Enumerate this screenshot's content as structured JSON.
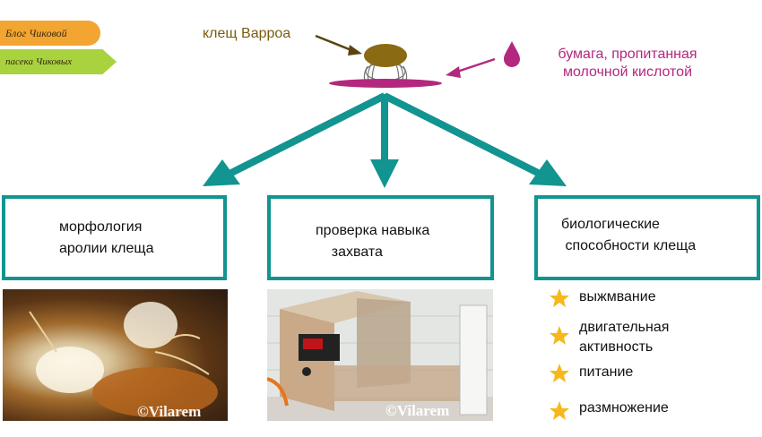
{
  "badges": {
    "blog": "Блог Чиковой",
    "apiary": "пасека Чиковых"
  },
  "diagram": {
    "mite_label": "клещ Варроа",
    "paper_label": "бумага, пропитанная молочной кислотой",
    "boxes": [
      {
        "text": "морфология\nаролии клеща"
      },
      {
        "text": "проверка навыка\n    захвата"
      },
      {
        "text": "биологические\n способности клеща"
      }
    ],
    "watermarks": [
      "©Vilarem",
      "©Vilarem"
    ],
    "list": [
      "выжмвание",
      "двигательная\nактивность",
      "питание",
      "размножение"
    ]
  },
  "colors": {
    "teal": "#129490",
    "magenta": "#b3287e",
    "olive": "#7a5c0e",
    "star": "#f6b81a"
  }
}
